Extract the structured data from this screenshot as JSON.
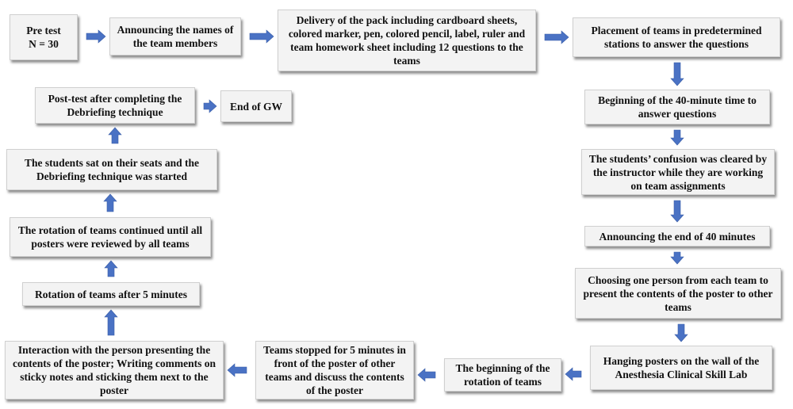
{
  "diagram": {
    "type": "flowchart",
    "colors": {
      "arrow": "#4a72c4",
      "box_fill": "#f3f3f3",
      "box_border": "#d0d0d0"
    },
    "nodes": [
      {
        "id": "pre-test",
        "text": "Pre test\nN = 30"
      },
      {
        "id": "announce-names",
        "text": "Announcing the names of the team members"
      },
      {
        "id": "delivery-pack",
        "text": "Delivery of the pack including cardboard sheets, colored marker, pen, colored pencil, label, ruler and team homework sheet including 12 questions to the teams"
      },
      {
        "id": "placement-teams",
        "text": "Placement of teams in predetermined stations to answer the questions"
      },
      {
        "id": "begin-40min",
        "text": "Beginning of the 40-minute time to answer questions"
      },
      {
        "id": "confusion-cleared",
        "text": "The students’ confusion was cleared by the instructor while they are working on team assignments"
      },
      {
        "id": "end-40min",
        "text": "Announcing the end of 40 minutes"
      },
      {
        "id": "choose-person",
        "text": "Choosing one person from each team to present the contents of the poster to other teams"
      },
      {
        "id": "hanging-posters",
        "text": "Hanging posters on the wall of the Anesthesia Clinical Skill Lab"
      },
      {
        "id": "begin-rotation",
        "text": "The beginning of the rotation of teams"
      },
      {
        "id": "teams-stopped",
        "text": "Teams stopped for 5 minutes in front of the poster of other teams and discuss the contents of the poster"
      },
      {
        "id": "interaction",
        "text": "Interaction with the person presenting the contents of the poster; Writing comments on sticky notes and sticking them next to the poster"
      },
      {
        "id": "rotation-5min",
        "text": "Rotation of teams after 5 minutes"
      },
      {
        "id": "rotation-continued",
        "text": "The rotation of teams continued until all posters were reviewed by all teams"
      },
      {
        "id": "debriefing-started",
        "text": "The students sat on their seats and the Debriefing technique was started"
      },
      {
        "id": "post-test",
        "text": "Post-test after completing the Debriefing technique"
      },
      {
        "id": "end-gw",
        "text": "End of GW"
      }
    ],
    "edges": [
      {
        "from": "pre-test",
        "to": "announce-names",
        "direction": "right"
      },
      {
        "from": "announce-names",
        "to": "delivery-pack",
        "direction": "right"
      },
      {
        "from": "delivery-pack",
        "to": "placement-teams",
        "direction": "right"
      },
      {
        "from": "placement-teams",
        "to": "begin-40min",
        "direction": "down"
      },
      {
        "from": "begin-40min",
        "to": "confusion-cleared",
        "direction": "down"
      },
      {
        "from": "confusion-cleared",
        "to": "end-40min",
        "direction": "down"
      },
      {
        "from": "end-40min",
        "to": "choose-person",
        "direction": "down"
      },
      {
        "from": "choose-person",
        "to": "hanging-posters",
        "direction": "down"
      },
      {
        "from": "hanging-posters",
        "to": "begin-rotation",
        "direction": "left"
      },
      {
        "from": "begin-rotation",
        "to": "teams-stopped",
        "direction": "left"
      },
      {
        "from": "teams-stopped",
        "to": "interaction",
        "direction": "left"
      },
      {
        "from": "interaction",
        "to": "rotation-5min",
        "direction": "up"
      },
      {
        "from": "rotation-5min",
        "to": "rotation-continued",
        "direction": "up"
      },
      {
        "from": "rotation-continued",
        "to": "debriefing-started",
        "direction": "up"
      },
      {
        "from": "debriefing-started",
        "to": "post-test",
        "direction": "up"
      },
      {
        "from": "post-test",
        "to": "end-gw",
        "direction": "right"
      }
    ]
  }
}
